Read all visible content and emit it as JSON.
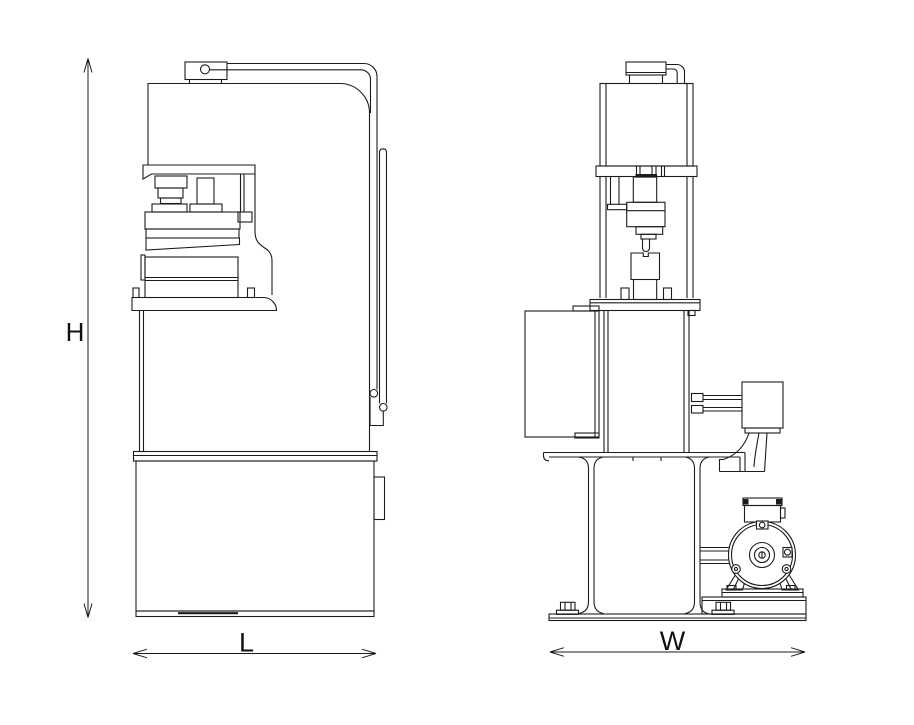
{
  "drawing": {
    "dimension_labels": {
      "height": "H",
      "length": "L",
      "width": "W"
    },
    "style": {
      "line_color": "#1c1c1c",
      "background_color": "#ffffff"
    }
  }
}
